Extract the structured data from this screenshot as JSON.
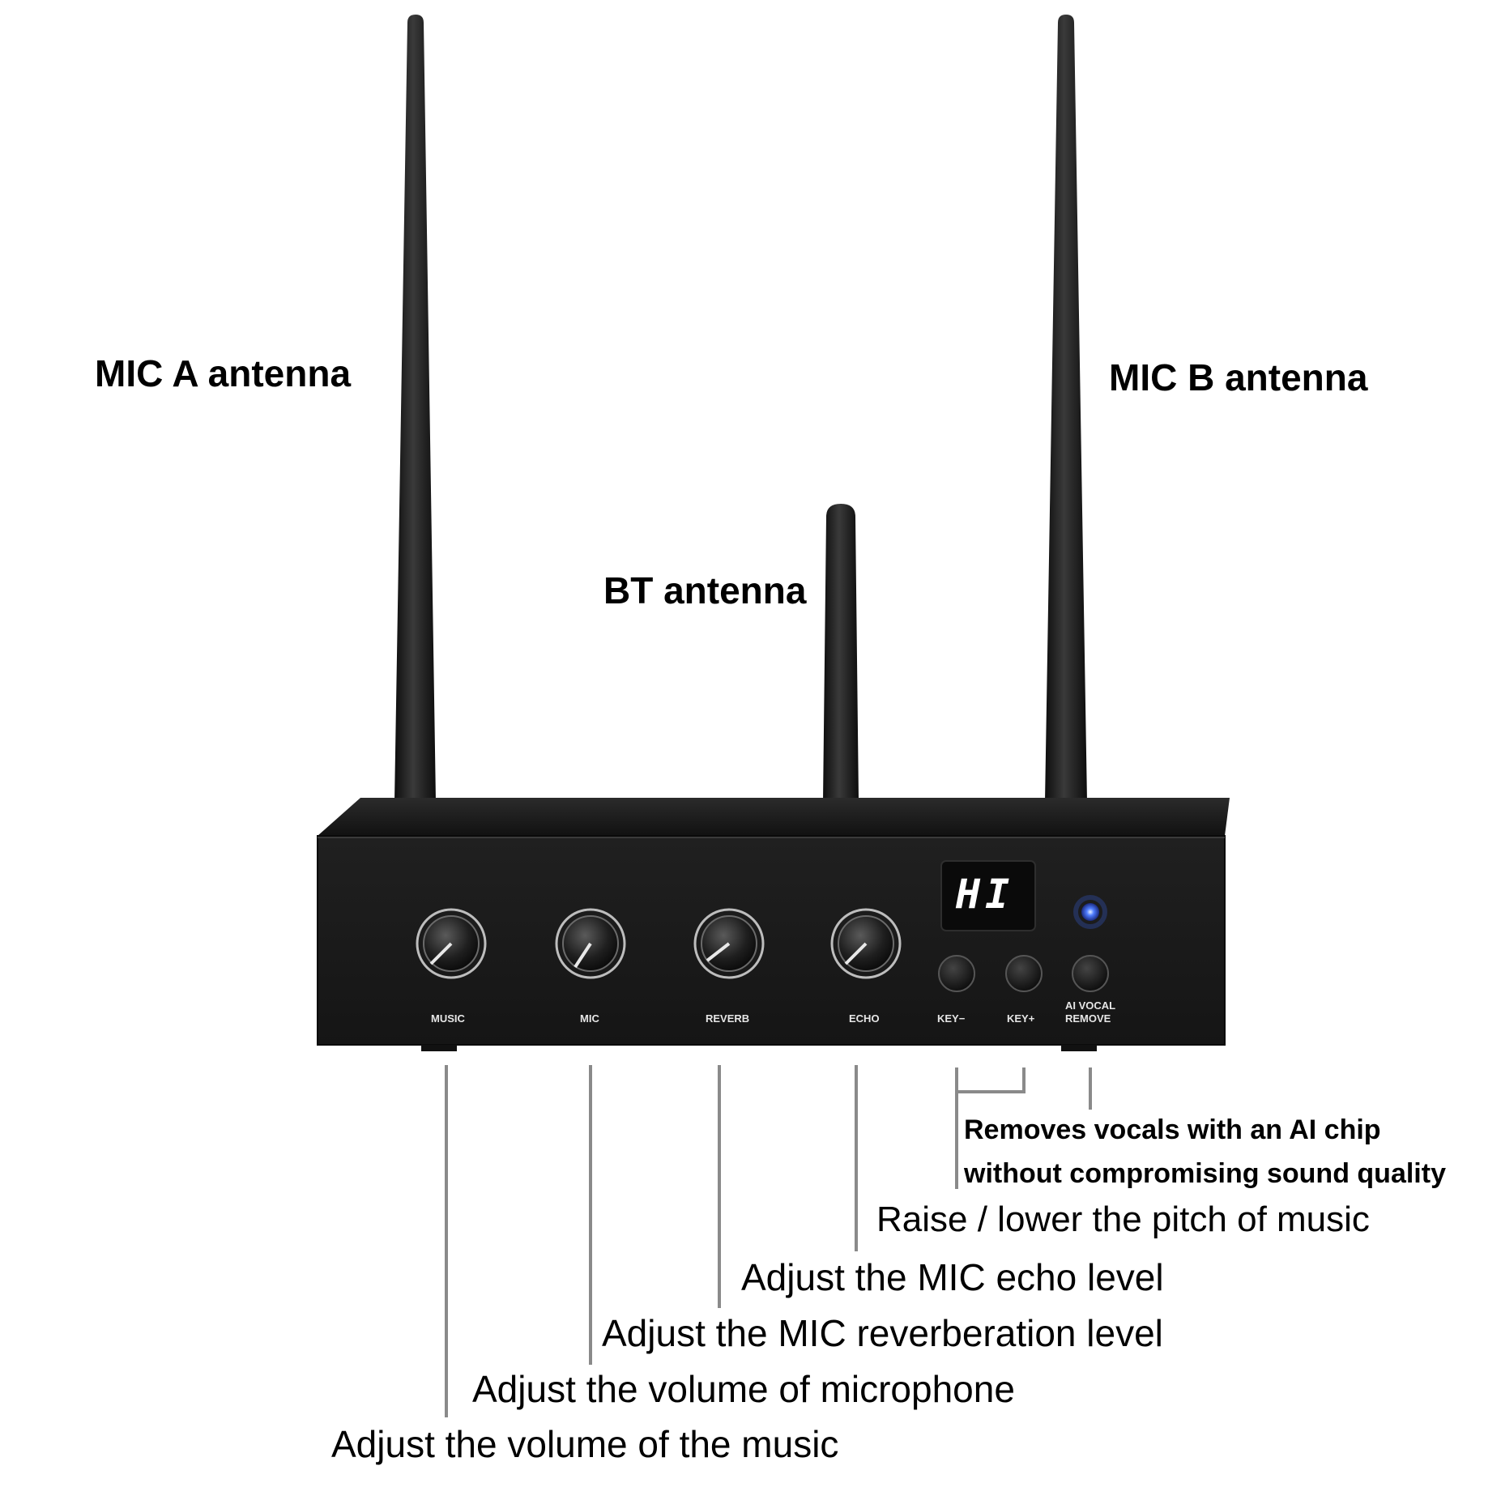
{
  "antennas": {
    "mic_a_label": "MIC A antenna",
    "bt_label": "BT antenna",
    "mic_b_label": "MIC B antenna"
  },
  "panel": {
    "display_text": "HI",
    "knobs": [
      {
        "label": "MUSIC"
      },
      {
        "label": "MIC"
      },
      {
        "label": "REVERB"
      },
      {
        "label": "ECHO"
      }
    ],
    "buttons": [
      {
        "label": "KEY−"
      },
      {
        "label": "KEY+"
      },
      {
        "label_line1": "AI VOCAL",
        "label_line2": "REMOVE"
      }
    ]
  },
  "annotations": {
    "ai_vocal_line1": "Removes vocals with an AI chip",
    "ai_vocal_line2": "without compromising sound quality",
    "key": "Raise / lower the pitch of music",
    "echo": "Adjust the MIC echo level",
    "reverb": "Adjust the MIC reverberation level",
    "mic": "Adjust the volume of microphone",
    "music": "Adjust the volume of the music"
  },
  "colors": {
    "device_body": "#1a1a1a",
    "callout_line": "#8a8a8a",
    "led": "#3a6bff",
    "display_digits": "#ffffff"
  }
}
